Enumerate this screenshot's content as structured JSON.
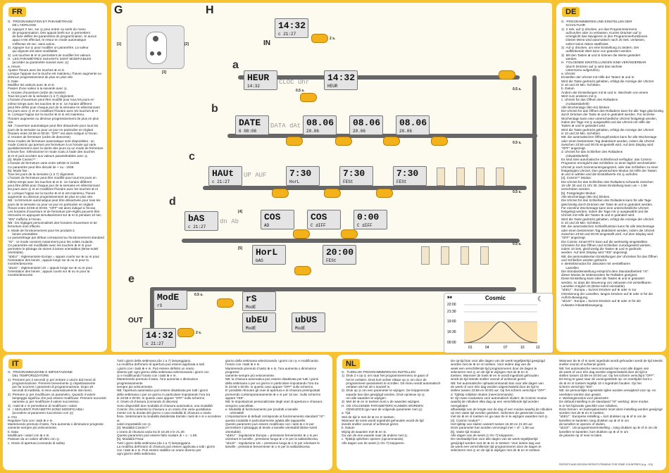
{
  "panels": {
    "fr": {
      "tag": "FR",
      "text": "G.  PROGRAMMATION ET PARAMÉTRAGE\n     DE L'HORLOGE\n1)  Appuyer 2 sec. sur ◎ pour entrer ou sortir du menu\n     de programmation. Des appuis brefs sur ◎ permettent\n     de faire défiler les paramètres de programmation. Si aucun\n     appui n'est effectué, le retour en mode automatique\n     s'effectue 20 sec. sans action.\n2)  Appuyer sur ◎ pour modifier un paramètre. La valeur\n     qui clignote est alors modifiable.\n3)  Les touches ⊕ et ⊖ permettent de modifier les valeurs.\nH.  LES PARAMÈTRES SUIVANTS SONT MODIFIABLES\n     (accéder au paramètre suivant avec ◎)\na. Heure\nAjuster l'heure avec les touches ⊕ et ⊖.\nLorsque l'appuie sur la touche est maintenu, l'heure augmente ou\ndiminue progressivement de plus en plus vite.\nb. Date\nModifier les valeurs avec ⊕ et ⊖.\nPasser d'une valeur à la suivante avec ◎.\nc. Horaire d'ouverture (ordre de montée)\nTous les jours de la semaine (1 à 7) clignotent.\nL'horaire d'ouverture peut être modifié pour tous les jours en\nmême temps avec les touches ⊕ et ⊖. Un horaire différent\npeut être défini pour chaque jour de la semaine en sélectionnant\nles jours avec ◎ et en modifiant l'horaire avec les touches ⊕ et\n⊖. Lorsque l'appui sur la touche ⊕ et ⊖ est maintenu,\nl'horaire augmente ou diminue progressivement de plus en plus vite.\nNB : l'ouverture automatique peut être désactivée pour tous les\njours de la semaine ou pour un jour en particulier en réglant\nl'horaire entre 23:59 et 00:00. \"OFF\" est alors indiqué à l'écran.\nd. Horaire de fermeture (ordre de descente)\nDeux modes de fermeture automatique sont disponibles : un\nmode Cosmic qui permet une fermeture à un horaire qui varie\nquotidiennement avec la durée des jours ou un mode de fermeture\nà heure fixe. Sélectionner le mode voulu à l'aide des touches\n⊕ et ⊖ puis accéder aux valeurs paramétrables avec ◎.\n[4]. Mode Cosmic** :\nL'horaire de fermeture varie entre 16h30 et 21h30.\nCe paramètre peut être décalé de + ou - 1h59.\n[5]. Mode fixe :\nTous les jours de la semaine (1 à 7) clignotent.\nL'horaire de fermeture peut être modifié pour tous les jours en\nmême temps avec les touches ⊕ et ⊖. Un horaire différent\npeut être défini pour chaque jour de la semaine en sélectionnant\nles jours avec ◎ et en modifiant l'horaire avec les touches ⊕ et\n⊖. Lorsque l'appui sur la touche ⊕ et ⊖ est maintenu, l'heure\naugmente ou diminue progressivement de plus en plus vite.\nNB : la fermeture automatique peut être désactivée pour tous les\njours de la semaine ou pour un jour en particulier en réglant\nl'heure entre 23:59 et 00:00. \"OFF\" est alors indiqué à l'écran.\nLes horaires d'ouverture et de fermeture pré-réglés peuvent être\nretrouvés en appuyant simultanément sur ⊕ et ⊖ pendant 10 sec.\n\"rE5\" s'affiche à l'écran.\nNB : les réglages personnalisés des horaires d'ouverture et de\nfermeture sont effacés.\ne. Mode de fonctionnement pour les produits à\n     lames orientables\nLe paramétrage par défaut correspond au fonctionnement standard\n\"rS\" : ce mode convient notamment pour les volets roulants.\nCe paramètre est modifiable avec les touches ⊕ et ⊖ pour\npermettre le pilotage de stores à lames orientables (Brise-soleil\norientable).\n\"ubEU\" : réglementaire Europe = appuis courts sur ⊕ ou ⊖ pour\nl'orientation des lames ; appuis longs sur ⊕ ou ⊖ pour la\nmontée/descente.\n\"ubUS\" : réglementaire US = appuis longs sur ⊕ ou ⊖ pour\nl'orientation des lames ; appuis courts sur ⊕ ou ⊖ pour la\nmontée/descente."
    },
    "de": {
      "tag": "DE",
      "text": "G.  PROGRAMMIEREN UND EINSTELLEN DER\n     SCHALTUHR\n1)  2 Sek. auf ◎ drücken, um das Programmiermenü\n     aufzurufen oder zu verlassen. Kurzes Drücken auf ◎\n     ermöglicht das Navigieren in den Programmierfunktionen.\n     Dieses Menü wird automatisch nach 20 Sek. verlassen,\n     sofern keine Aktion stattfindet.\n2)  Auf ◎ drücken, um eine Einstellung zu ändern. Der\n     aufblinkende Wert kann nun geändert werden.\n3)  Mit den Tasten ⊕ und ⊖ können die Werte geändert\n     werden.\nH.  FOLGENDE EINSTELLUNGEN SIND VERÄNDERBAR\n     (durch Drücken auf ◎ wird das nächste\n     Untermenü aufgerufen).\na. Uhrzeit\nEinstellen der Uhrzeit mit Hilfe der Tasten ⊕ und ⊖.\nWird die Taste gedrückt gehalten, erfolgt die Anzeige der Uhrzeit\nin 10 und 20 Min.-Schritten.\nb. Datum\nÄndern der Einstellungen mit ⊕ und ⊖. Wechseln von einem\nWert zum anderen mit ◎.\nc. Uhrzeit für das Öffnen des Rolladens\n     (Aufwärtsbefehl)\nAlle Wochentage (Mo-So) blinken.\nDie Uhrzeit für das Öffnen des Rolladens kann für alle Tage gleichzeitig\ndurch Drücken der Taste ⊕ und ⊖ geändert werden. Für einzelne\nWochentage kann eine unterschiedliche Uhrzeit festgelegt werden,\nindem der Tage mit ◎ ausgewählt und die Uhrzeit mit Hilfe der\nTasten ⊕ und ⊖ geändert wird.\nWird die Taste gedrückt gehalten, erfolgt die Anzeige der Uhrzeit\nin 10 und 20 Min.-Schritten.\nNB: die automatischen Öffnungsfunktion kann für alle Wochentage\noder einen bestimmten Tag deaktiviert werden, indem die Uhrzeit\nzwischen 23:59 und 00:00 eingestellt wird. Auf dem Display wird\n\"OFF\" angezeigt.\nd. Uhrzeit für das Schließen des Rolladens\n     (Abwärtsbefehl)\nEs sind zwei automatische Schließmodi verfügbar: das Cosmic-\nProgramm ermöglicht das Schließen zu einer täglich wechselnden\nUhrzeit je nach Sonnenuntergangszeit, oder das Schließen zu einer\nfestgelegten Uhrzeit. Den gewünschten Modus mit Hilfe der Tasten\n⊕ und ⊖ wählen und die Einstellwerte mit ◎ aufrufen.\n[4]. Cosmic** Modus:\nDie Uhrzeit für das Schließen des Rolladens schwankt zwischen\n16 Uhr 30 und 21 Uhr 30. Diese Einstellung kann um + 1:59\nverschoben werden.\n[5]. Festgelegter Modus:\nAlle Wochentage (Mo-So) blinken.\nDie Uhrzeit für das Schließen des Rolladens kann für alle Tage\ngleichzeitig durch Drücken der Taste ⊕ und ⊖ geändert werden.\nFür einzelne Wochentage kann eine unterschiedliche Uhrzeit\nfestgelegt werden, indem die Tage mit ◎ ausgewählt und die\nUhrzeit mit Hilfe der Tasten ⊕ und ⊖ geändert wird.\nWird die Taste gedrückt gehalten, erfolgt die Anzeige der Uhrzeit\nin 10 und 20 Min.-Schritten.\nNB: die automatischen Schließfunktion kann für alle Wochentage\noder einen bestimmten Tag deaktiviert werden, indem die Uhrzeit\nzwischen 23:59 und 00:00 eingestellt wird. Auf dem Display wird\n\"OFF\" angezeigt.\nDie Cosmic Smart RTS kann auf die werkseitig eingestellten\nUhrzeiten für das Öffnen und Schließen zurückgesetzt werden,\nindem 10 Sek. gleichzeitig die Tasten ⊕ und ⊖ gedrückt\nwerden. Auf dem Display wird \"rE5\" angezeigt.\nNB: die personalisierten Einstellungen der Uhrzeiten für das Öffnen\nund Schließen werden gelöscht.\ne. Betriebsmodus für Jalousien mit verstellbaren\n     Lamellen\nDie Standardeinstellung entspricht dem Standardbetrieb \"rS\":\ndieser Modus ist insbesondere für Rolläden geeignet.\nDiese Einstellung kann über die Tasten ⊕ und ⊖ geändert\nwerden, so dass die Steuerung von Jalousien mit verstellbaren\nLamellen möglich ist (Brise-soleil orientable).\n\"ubEU\" : Europa = kurzes Drücken auf ⊕ oder ⊖ zur\nOrientierung der Lamellen; langes Drücken auf ⊕ oder ⊖ für die\nAuf/Ab-Bewegung.\n\"ubUS\" : Europa = kurzes Drücken auf ⊕ oder ⊖ für die\nAufwärts-/Abwärtsbewegung."
    },
    "it": {
      "tag": "IT",
      "col1": "G.  PROGRAMMAZIONE E IMPOSTAZIONE\n     DEL TEMPORIZZATORE\n1)  Premere per 2 secondi ◎ per entrare o uscire dal menù di\n     programmazione. Premere brevemente ◎ rispettivamente\n     per far scorrere i parametri di programmazione. Dopo 20\n     secondi di inattività, si esce automaticamente dal menù.\n2)  Premere ◎ per modificare un parametro. Quando il valore\n     lampeggia significa che può essere modificato. Premere successi-\n     vamente ◎ per modificare il valore successivo.\n3)  I tasti ⊕ e ⊖ permettono di modificare i valori.\nH.  I SEGUENTI PARAMETRI SONO MODIFICABILI\n     (accedere al parametro successivo con ◎)\na. Ora\nRegolare l'ora con i tasti ⊕ e ⊖.\nMantenendo premuto il tasto, l'ora aumenta o diminuisce progressi-\nvamente sempre più velocemente.\nb. Data\nModificare i valori con ⊕ e ⊖.\nPassare da un valore all'altro con ◎.\nc. Orario di apertura (comando di salita)",
      "col2": "Tutti i giorni della settimana (da 1 a 7) lampeggiano.\nLa modifica dell'orario di apertura può essere applicata a tutti\ni giorni con i tasti ⊕ e ⊖. Può essere definito un orario\ndiverso per ogni giorno della settimana selezionando i giorni con\n◎ e modificando l'orario con i tasti ⊕ e ⊖.\nMantenendo premuto il tasto, l'ora aumenta o diminuisce progressivamente\nsempre più velocemente.\nNB: l'apertura automatica può essere disattivata per tutti i giorni\ndella settimana o per un giorno in particolare impostando l'ora tra\nle 23:59 e 00:00. In questo caso appare \"OFF\" sullo schermo.\nd. Orario di chiusura (comando di discesa)\nSono disponibili due modalità di chiusura automatica: una modalità\nCosmic che consente la chiusura a un orario che varia quotidiana-\nmente con la durata del giorno o una modalità di chiusura a orario\nfisso. Selezionare la modalità desiderata tramite i tasti ⊕ e ⊖ e accedere ai\nvalori impostabili con ◎.\n[4]. Modalità Cosmic** :\nL'orario di chiusura varia tra le 16.30 e le 21.30.\nQuesto parametro può essere fatto scalare di + o - 1.59.\n[5]. Modalità Fissa:\nTutti i giorni della settimana (da 1 a 7) lampeggiano.\nLa modifica dell'orario di chiusura può essere applicata a tutti i giorni\ncon i tasti ⊕ e ⊖. Può essere stabilito un orario diverso per\nogni giorno della settimana",
      "col3": "giorno della settimana selezionando i giorni con ◎ e modificando\nl'orario con i tasti ⊕ e ⊖.\nMantenendo premuto il tasto ⊕ e ⊖, l'ora aumenta o diminuisce progressi-\nvamente sempre più velocemente.\nNB: la chiusura automatica può essere disattivata per tutti i giorni\ndella settimana o per un giorno in particolare impostando l'ora tra\nle 23:59 e 00:00. In questo caso appare \"OFF\" sullo schermo.\nE' possibile ritrovare gli orari di apertura e di chiusura preimpostati\npremendo contemporaneamente ⊕ e ⊖ per 10 sec. Sullo schermo\nappare \"rE5\".\nNB: le impostazioni personalizzate degli orari di apertura e chiusura\nvengono cancellate.\ne. Modalità di funzionamento per prodotti a lamelle\n     orientabili\nL'impostazione di default corrisponde al funzionamento standard \"rS\":\nquesta modalità è particolarmente adatta alle tapparelle.\nQuesto parametro può essere modificato con i tasti ⊕ e ⊖ per\npermettere il pilotaggio di tende a lamelle orientabili (Brise-soleil\norientable).\n\"ubEU\" : regolazione Europa = pressione brevemente ⊕ o ⊖ per\norientare le lamelle ; pressione lunga ⊕ o ⊖ per la salita/discesa.\n\"ubUS\" : regolazione US = pressione lunga ⊕ o ⊖ per orientare le\nlamelle ; pressione brevemente ⊕ o ⊖ per la salita/discesa."
    },
    "nl": {
      "tag": "NL",
      "col1": "G.  TIJDKLOK PROGRAMMEREN EN INSTELLEN\n1)  Druk 2 s op ◎ om naar het programmeermenu te gaan of\n     het te verlaten. Druk kort achter elkaar op ◎ om door de\n     programmeer-parameters te scrollen. Dit menu wordt automatisch\n     verlaten als het 20 s inactief is.\n2)  Druk op ◎ om een parameter te wijzigen. De knipperende\n     waarde kan dan gewijzigd worden. Druk opnieuw op ◎\n     om alle waarden te wijzigen.\n3)  Met de ⊕ en ⊖ toetsen kunt u de waarden wijzigen.\nH.  DE VOLGENDE PARAMETERS KUNNEN WORDEN\n     GEWIJZIGD (ga naar de volgende parameter met ◎)\na. Tijd\nStel de tijd in met de ⊕ en ⊖ toetsen.\nWanneer de toets wordt ingedrukt gehouden wordt de tijd\nsteeds sneller vooruit of achteruit gezet.\nb. Datum\nWijzig de waarden met ⊕ en ⊖.\nGa van de ene waarde naar de andere met ◎.\nc. Tijdstip oplichten openen (opcommando)\nAlle dagen van de week (1 t/m 7) knipperen.",
      "col2": "De op-tijd kan voor alle dagen van de week tegelijkertijd gewijzigd\nworden met de ⊕ en ⊖ toetsen. Voor iedere dag van de\nweek een verschillende tijd programmeren door de dagen te\nselecteren met ◎ en de tijd te wijzigen met de ⊕ en ⊖\ntoetsen. Wanneer de toets ⊕ en ⊖ wordt ingedrukt gehouden\nwordt de tijd steeds sneller vooruit of achteruit gezet.\nNB: het automatische ophaalcommando kan voor alle dagen van\nde week of voor één dag worden uitgeschakeld door de tijd te\nstellen tussen 23:59 en 00:00 uur. Op het scherm verschijnt \"OFF\".\nd. Tijdstip rolluiken sluiten (neercommando)\nEr zijn twee modussen voor automatisch sluiten: de Cosmic modus\nwaarbij de rolluiken elke dag op een verschillende tijd worden neergelaten\nafhankelijk van de lengte van de dag of een modus waarbij de rolluiken\nop een vaste tijd worden gesloten. Selecteer de gewenste modus\nmet de ⊕ en ⊖ toetsen en ga naar de in te wijzigen waarden met ◎.\n[4]. Cosmic modus** :\nHet tijdstip van sluiten varieert tussen 16.30 en 21.30 uur.\nDeze parameter kan worden vervroegd met + of - 1.59 uur.\n[5]. Vaste tijd modus:\nAlle dagen van de week (1 t/m 7) knipperen.\nDe neerlaattijd kan voor alle dagen van de week tegelijkertijd\ngewijzigd worden met de ⊕ en ⊖ toetsen. Voor iedere dag van\nde week een verschillende tijd programmeren door de dagen te\nselecteren met ◎ en de tijd te wijzigen met de ⊕ en ⊖ toetsen.",
      "col3": "Wanneer de ⊕ of ⊖ toets ingedrukt wordt gehouden wordt de tijd steeds\nsneller vooruit of achteruit gezet.\nNB: het automatische neercommando kan voor alle dagen van\nde week of voor één dag worden uitgeschakeld door de tijd te\nstellen tussen 23:59 en 00:00 uur. Op het scherm verschijnt \"OFF\".\nDe terug te gaan naar de vooringestelde op- en neertijden kunt u\nde ⊕ en ⊖ toetsen tegelijk 10 s ingedrukt houden. Op het\nscherm verschijnt \"rE5\".\nNB: de persoonlijke ingestelde tijden worden verwijderd voor op- en\nneerlaten worden dan gewist.\ne. Werkingsmodus voor jaloezieën\nDe default instelling is de standaard \"rS\" werking: deze modus\nis in het bijzonder geschikt voor rolluiken.\nDeze binnen- en buitenjaloezieën moet deze instelling worden gewijzigd\nworden met de ⊕ en ⊖ toetsen.\n\"ubEU\" : Europese instelling = kort drukken op ⊕ of ⊖ om de\nlamellen te kantelen; lang drukken op ⊕ of ⊖ om\nde lamellen te openen of sluiten.\n\"ubUS\" : US-programmeerinstelling = lang drukken op ⊕ of ⊖ om de\nlamellen te kantelen; kort drukken op ⊕ of ⊖ om\nde jaloezie op of neer te laten."
    }
  },
  "diagram": {
    "label_g": "G",
    "label_h": "H",
    "callouts": [
      "[1]",
      "[2]",
      "[3]",
      "[4]",
      "[5]"
    ],
    "steps": [
      "a",
      "b",
      "c",
      "d",
      "e"
    ],
    "in_label": "IN",
    "out_label": "OUT",
    "press_short": "0.5 s.",
    "press_long": "2 s.",
    "screens": {
      "in": {
        "main": "14:32",
        "sub": "c 21:27"
      },
      "a1": {
        "main": "HEUR",
        "sub": "14:32"
      },
      "a2": {
        "main": "14:32",
        "sub": "HEUR"
      },
      "a_ghost": "CLOC Uhr",
      "b1": {
        "main": "DATE",
        "sub": "6 08:06"
      },
      "b2": {
        "main": "08.06",
        "sub": "20.06"
      },
      "b3": {
        "main": "08.06",
        "sub": "20.06"
      },
      "b4": {
        "main": "08.06",
        "sub": "20.06"
      },
      "b_ghost": "DATA dAt",
      "c1": {
        "main": "HAUt",
        "sub": "c 21:27"
      },
      "c2": {
        "main": "7:30",
        "sub": "HorL"
      },
      "c3": {
        "main": "7:30",
        "sub": "FESt"
      },
      "c4": {
        "main": "7:30",
        "sub": "FESt"
      },
      "c_ghost": "UP AUF",
      "d1": {
        "main": "bAS",
        "sub": "c 21:27"
      },
      "d2": {
        "main": "COS",
        "sub": "AD"
      },
      "d3": {
        "main": "COS",
        "sub": "C dIFF"
      },
      "d4": {
        "main": "0:00",
        "sub": "C dIFF"
      },
      "d5": {
        "main": "HorL",
        "sub": "bAS"
      },
      "d6": {
        "main": "20:00",
        "sub": "FESt"
      },
      "d_ghost": "dn Ab",
      "e1": {
        "main": "ModE",
        "sub": "rS"
      },
      "e2": {
        "main": "rS",
        "sub": "ModE"
      },
      "e3": {
        "main": "ubEU",
        "sub": "ModE"
      },
      "e4": {
        "main": "ubUS",
        "sub": "ModE"
      },
      "out": {
        "main": "14:32",
        "sub": "c 21:27"
      }
    }
  },
  "cosmic_chart": {
    "title": "Cosmic",
    "note": "**",
    "y_ticks": [
      "22:00",
      "21:30",
      "19:00",
      "16:30",
      "00:00"
    ],
    "x_ticks": [
      "01",
      "04",
      "07",
      "10",
      "12"
    ]
  },
  "footer": "PATENTS AND DESIGN PATENTS PENDING FOR SOME COUNTRIES (e.g. : EU)"
}
